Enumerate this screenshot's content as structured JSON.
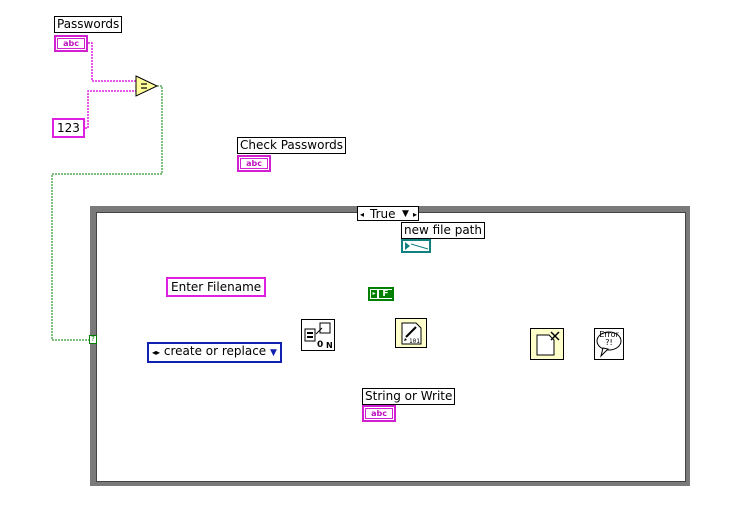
{
  "nodes": {
    "passwords_label": "Passwords",
    "passwords_terminal": "abc",
    "constant_123": "123",
    "check_passwords_label": "Check Passwords",
    "check_passwords_terminal": "abc",
    "case_selector": "True",
    "new_file_path_label": "new file path",
    "enter_filename_label": "Enter Filename",
    "false_constant": "F",
    "create_or_replace_enum": "create or replace",
    "string_or_write_label": "String or Write",
    "string_or_write_terminal": "abc",
    "error_node": "Error ?!"
  },
  "colors": {
    "string_wire": "#e020e0",
    "path_wire": "#108080",
    "boolean_wire": "#008000",
    "error_wire": "#c8b400",
    "enum_wire": "#1020b0",
    "case_frame": "#7a7a7a"
  }
}
